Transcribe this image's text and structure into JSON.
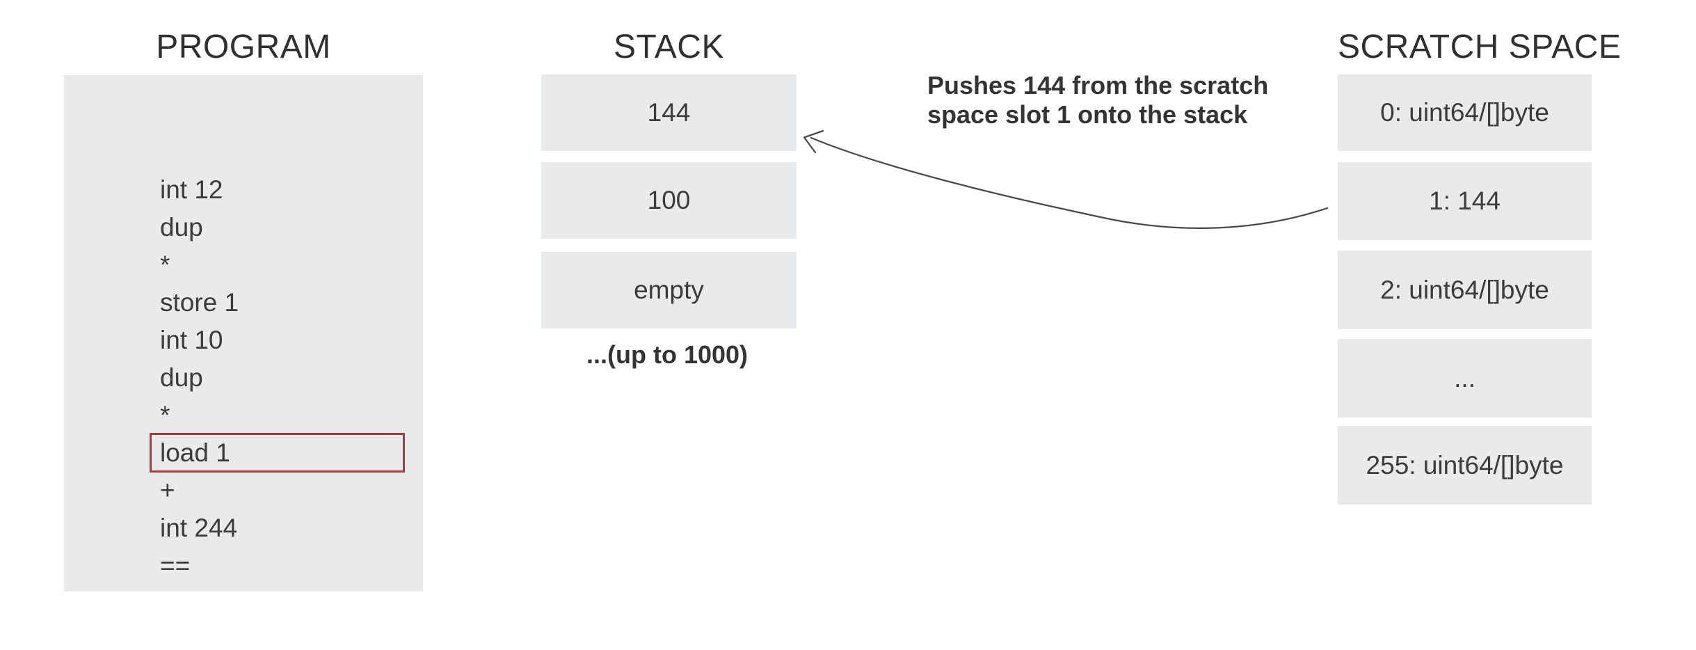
{
  "colors": {
    "background": "#ffffff",
    "box_fill": "#e9eaeb",
    "body_text": "#3a3b3d",
    "title_text": "#2f3032",
    "highlight_border": "#a73b3f",
    "arrow": "#4a4a4b"
  },
  "program": {
    "title": "PROGRAM",
    "instructions": [
      "int 12",
      "dup",
      "*",
      "store 1",
      "int 10",
      "dup",
      "*",
      "load 1",
      "+",
      "int 244",
      "=="
    ],
    "highlighted_instruction": "load 1",
    "highlighted_index": 7
  },
  "stack": {
    "title": "STACK",
    "cells": [
      "144",
      "100",
      "empty"
    ],
    "capacity_note": "...(up to 1000)"
  },
  "scratch": {
    "title": "SCRATCH SPACE",
    "cells": [
      "0: uint64/[]byte",
      "1: 144",
      "2: uint64/[]byte",
      "...",
      "255: uint64/[]byte"
    ]
  },
  "annotation": {
    "line1": "Pushes 144 from the scratch",
    "line2": "space slot 1 onto the stack"
  }
}
